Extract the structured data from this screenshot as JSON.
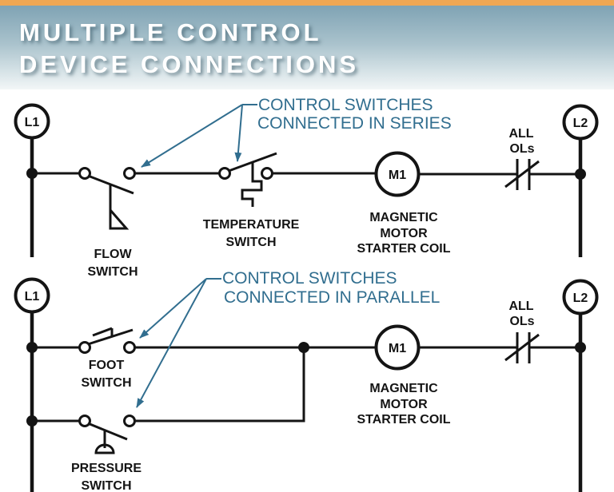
{
  "header": {
    "title_line1": "MULTIPLE CONTROL",
    "title_line2": "DEVICE CONNECTIONS"
  },
  "colors": {
    "accent_orange": "#efa753",
    "annotation_teal": "#316e8f",
    "line_black": "#141414",
    "header_gradient_top": "#7fa3b4",
    "header_gradient_bottom": "#f2f6f7"
  },
  "series": {
    "rail_left": "L1",
    "rail_right": "L2",
    "annotation": {
      "line1": "CONTROL SWITCHES",
      "line2": "CONNECTED IN SERIES"
    },
    "switch1": {
      "line1": "FLOW",
      "line2": "SWITCH"
    },
    "switch2": {
      "line1": "TEMPERATURE",
      "line2": "SWITCH"
    },
    "coil": {
      "tag": "M1",
      "line1": "MAGNETIC",
      "line2": "MOTOR",
      "line3": "STARTER COIL"
    },
    "overload": {
      "line1": "ALL",
      "line2": "OLs"
    }
  },
  "parallel": {
    "rail_left": "L1",
    "rail_right": "L2",
    "annotation": {
      "line1": "CONTROL SWITCHES",
      "line2": "CONNECTED IN PARALLEL"
    },
    "switch1": {
      "line1": "FOOT",
      "line2": "SWITCH"
    },
    "switch2": {
      "line1": "PRESSURE",
      "line2": "SWITCH"
    },
    "coil": {
      "tag": "M1",
      "line1": "MAGNETIC",
      "line2": "MOTOR",
      "line3": "STARTER COIL"
    },
    "overload": {
      "line1": "ALL",
      "line2": "OLs"
    }
  }
}
